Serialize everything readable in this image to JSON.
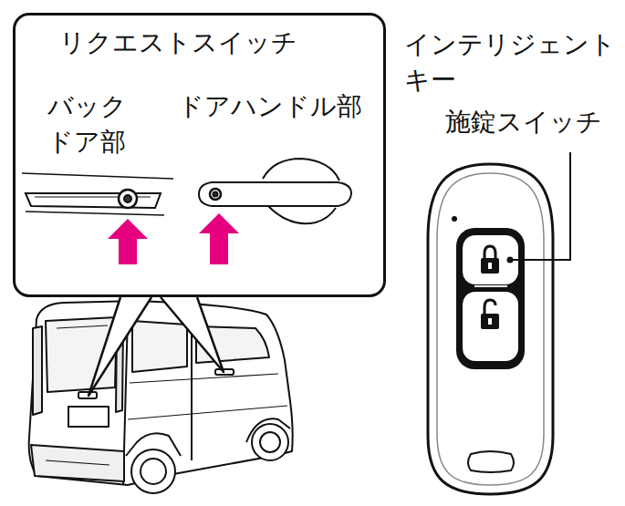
{
  "diagram": {
    "nodes": [
      {
        "text": [
          "リクエストスイッチ"
        ]
      }
    ],
    "labels": [
      "バック ドア部",
      "ドアハンドル部",
      "インテリジェント キー",
      "施錠スイッチ"
    ]
  }
}
